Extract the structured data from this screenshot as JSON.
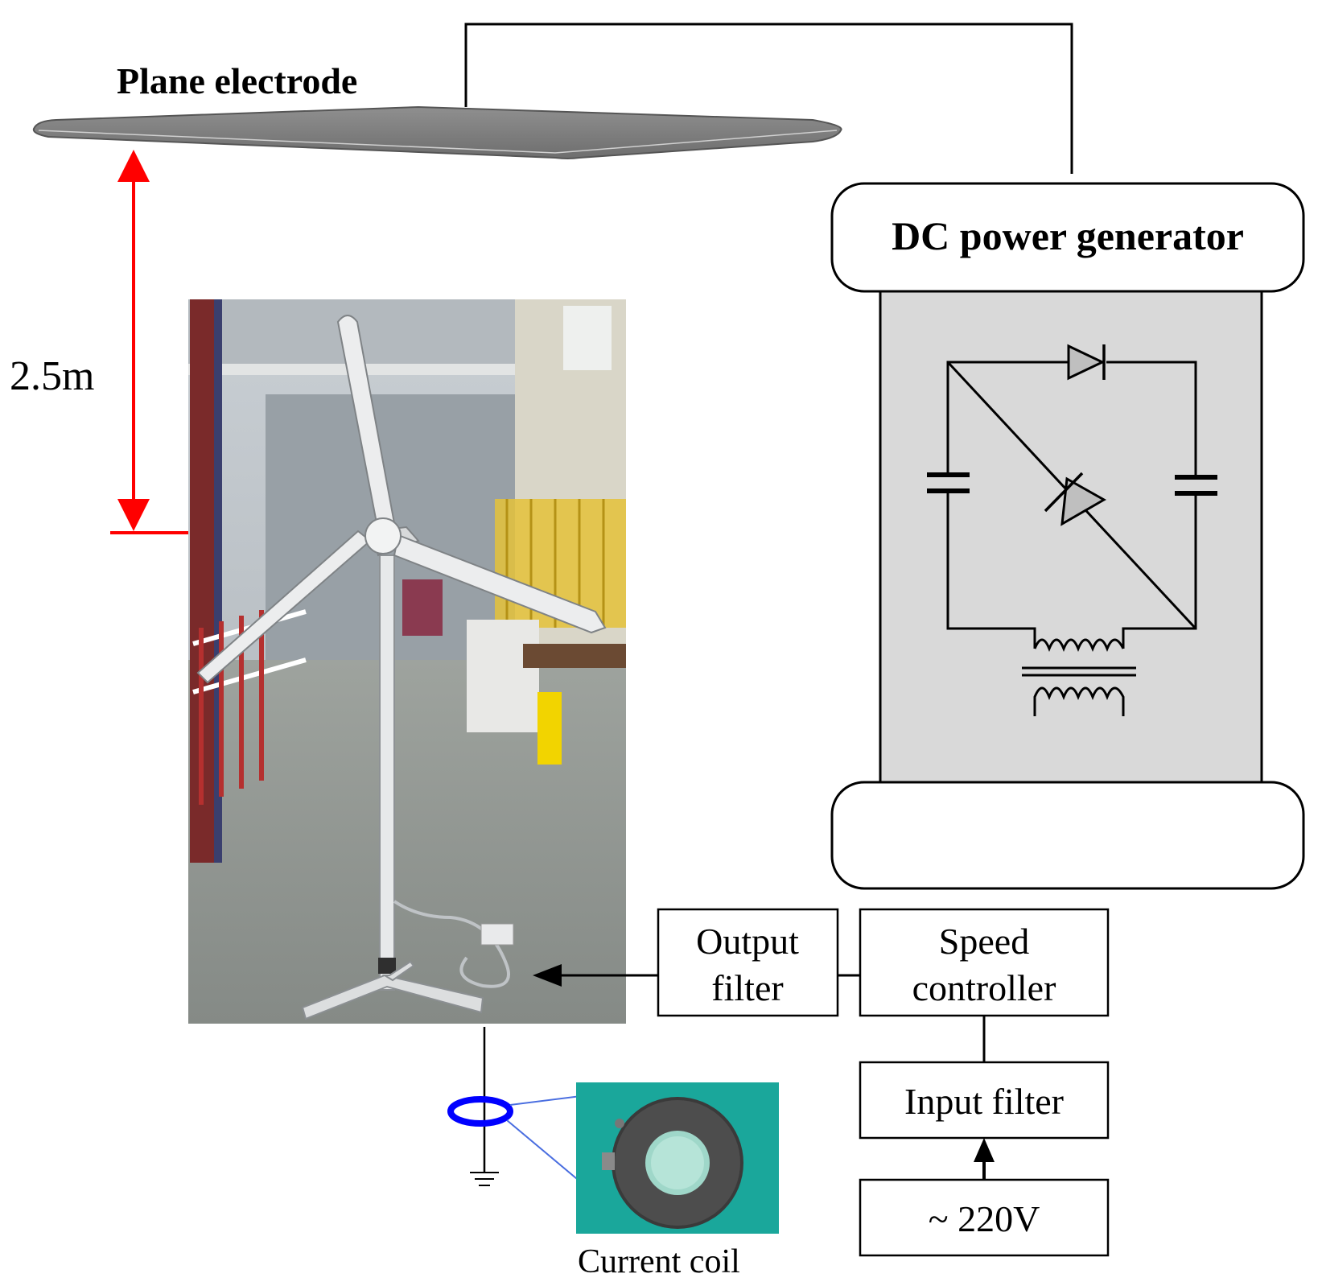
{
  "labels": {
    "plane_electrode": "Plane electrode",
    "dc_generator": "DC power generator",
    "distance": "2.5m",
    "output_filter_line1": "Output",
    "output_filter_line2": "filter",
    "speed_controller_line1": "Speed",
    "speed_controller_line2": "controller",
    "input_filter": "Input filter",
    "supply": "~ 220V",
    "current_coil": "Current coil"
  },
  "colors": {
    "distance_arrow": "#ff0000",
    "coil_ring": "#0000ff",
    "coil_leader": "#4a6ee0",
    "generator_body": "#d9d9d9",
    "coil_photo_bg": "#1aa79b"
  },
  "photos": {
    "wind_turbine": "wind-turbine-photo",
    "current_coil": "current-coil-photo"
  }
}
